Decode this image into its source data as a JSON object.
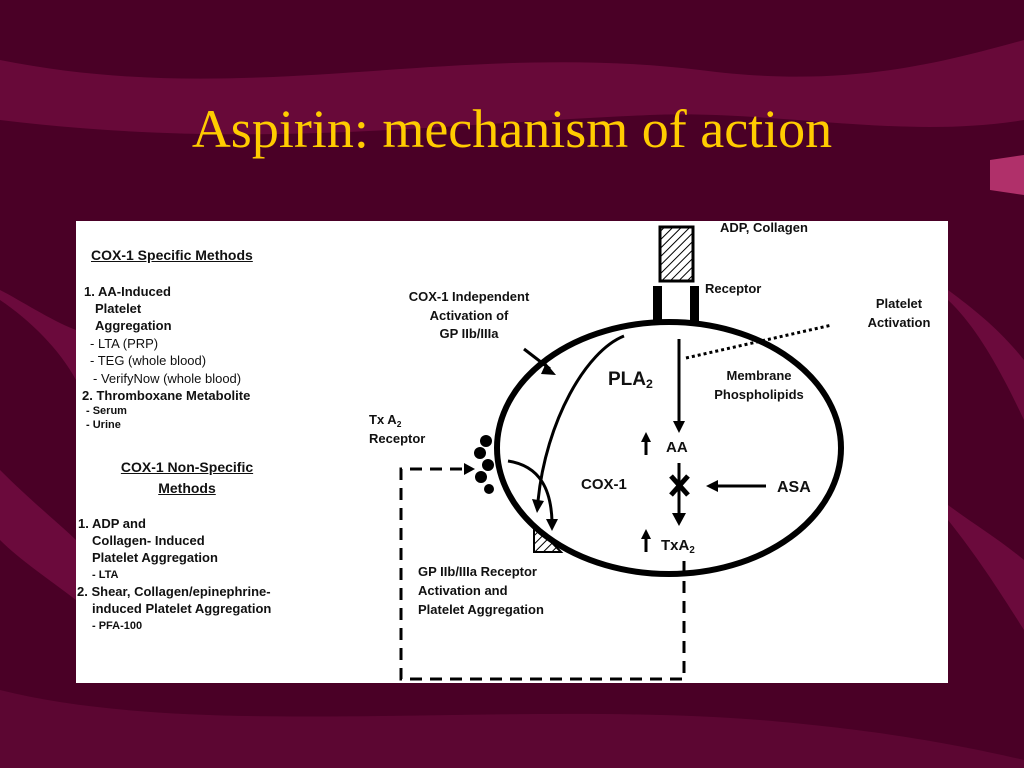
{
  "slide": {
    "title": "Aspirin: mechanism of action",
    "colors": {
      "background": "#4a0026",
      "wave": "#6b0a3c",
      "title": "#ffcc00",
      "panel": "#ffffff"
    }
  },
  "methods": {
    "specific_heading": "COX-1 Specific Methods",
    "specific_item1": [
      "1. AA-Induced",
      "Platelet",
      "Aggregation"
    ],
    "specific_item1_subs": [
      "- LTA (PRP)",
      "- TEG (whole blood)",
      "- VerifyNow (whole blood)"
    ],
    "specific_item2": "2. Thromboxane Metabolite",
    "specific_item2_subs": [
      "- Serum",
      "- Urine"
    ],
    "nonspecific_heading": [
      "COX-1 Non-Specific",
      "Methods"
    ],
    "nonspecific_item1": [
      "1. ADP and",
      "Collagen- Induced",
      "Platelet Aggregation"
    ],
    "nonspecific_item1_sub": "- LTA",
    "nonspecific_item2": [
      "2. Shear, Collagen/epinephrine-",
      "induced Platelet Aggregation"
    ],
    "nonspecific_item2_sub": "- PFA-100"
  },
  "diagram": {
    "adp_collagen": "ADP, Collagen",
    "receptor": "Receptor",
    "platelet_activation": [
      "Platelet",
      "Activation"
    ],
    "cox1_independent": [
      "COX-1 Independent",
      "Activation of",
      "GP IIb/IIIa"
    ],
    "pla2": "PLA",
    "pla2_sub": "2",
    "membrane_phospholipids": [
      "Membrane",
      "Phospholipids"
    ],
    "txa2_receptor_line1": "Tx A",
    "txa2_receptor_sub": "2",
    "txa2_receptor_line2": "Receptor",
    "aa": "AA",
    "cox1": "COX-1",
    "asa": "ASA",
    "txa2": "TxA",
    "txa2_sub": "2",
    "gp_receptor": [
      "GP IIb/IIIa Receptor",
      "Activation and",
      "Platelet Aggregation"
    ]
  }
}
